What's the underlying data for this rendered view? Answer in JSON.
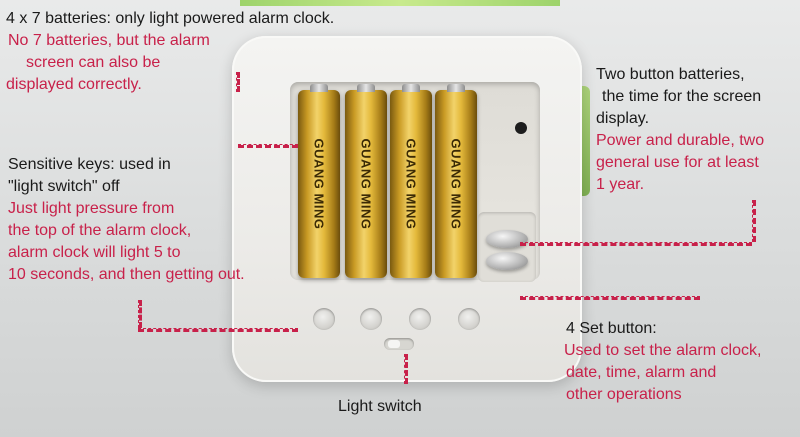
{
  "annotations": {
    "batteries": {
      "title": "4 x 7 batteries: only light powered alarm clock.",
      "note": [
        "No 7 batteries, but the alarm",
        "screen can also be",
        "displayed correctly."
      ]
    },
    "button_batteries": {
      "title": [
        "Two button batteries,",
        "the time for the screen",
        "display."
      ],
      "note": [
        "Power and durable, two",
        "general use for at least",
        "1 year."
      ]
    },
    "sensitive_keys": {
      "title": [
        "Sensitive keys: used in",
        "\"light switch\" off"
      ],
      "note": [
        "Just light pressure from",
        "the top of the alarm clock,",
        "alarm clock will light 5 to",
        "10 seconds, and then getting out."
      ]
    },
    "set_button": {
      "title": "4 Set button:",
      "note": [
        "Used to set the alarm clock,",
        "date, time, alarm and",
        "other operations"
      ]
    },
    "light_switch": {
      "title": "Light switch"
    }
  },
  "device": {
    "battery_brand": "GUANG MING",
    "battery_count": 4,
    "set_button_count": 4
  },
  "colors": {
    "heading": "#1a1a1a",
    "note": "#c8214a",
    "battery_gold": "#e4b93b"
  }
}
